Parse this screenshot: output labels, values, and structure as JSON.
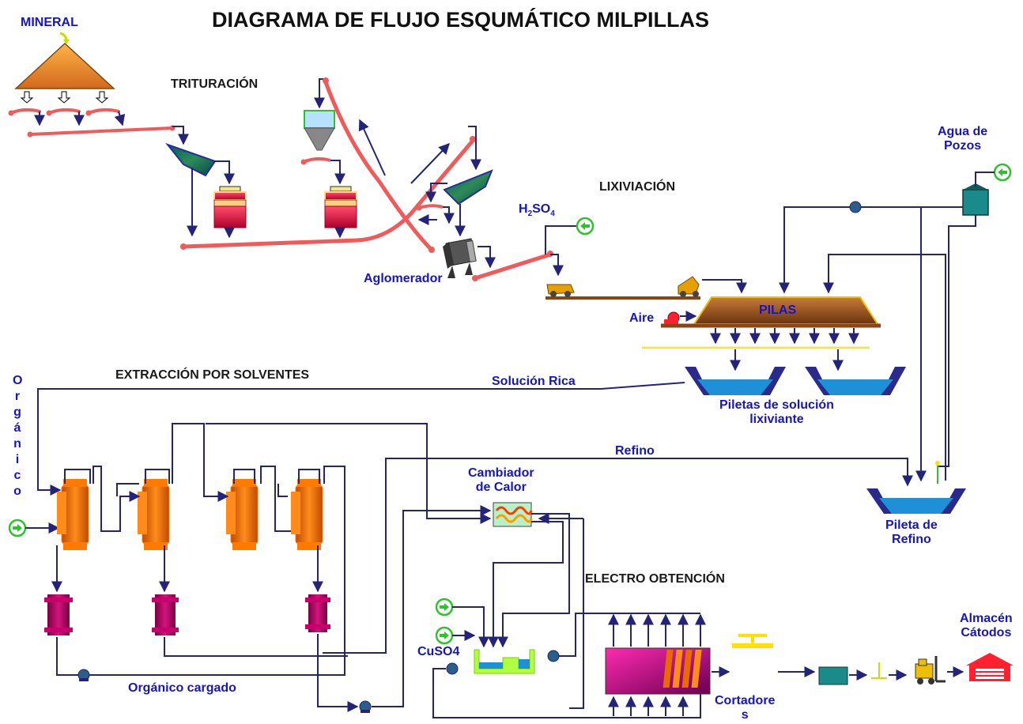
{
  "title": "DIAGRAMA DE FLUJO ESQUMÁTICO MILPILLAS",
  "sections": {
    "trituracion": "TRITURACIÓN",
    "lixiviacion": "LIXIVIACIÓN",
    "extraccion": "EXTRACCIÓN POR SOLVENTES",
    "electro": "ELECTRO OBTENCIÓN"
  },
  "labels": {
    "mineral": "MINERAL",
    "aglomerador": "Aglomerador",
    "h2so4_main": "H",
    "h2so4_sub2": "2",
    "h2so4_so": "SO",
    "h2so4_sub4": "4",
    "pilas": "PILAS",
    "aire": "Aire",
    "agua_line1": "Agua de",
    "agua_line2": "Pozos",
    "solucion_rica": "Solución Rica",
    "piletas_line1": "Piletas de solución",
    "piletas_line2": "lixiviante",
    "refino": "Refino",
    "pileta_refino_line1": "Pileta de",
    "pileta_refino_line2": "Refino",
    "organico_vertical": [
      "O",
      "r",
      "g",
      "á",
      "n",
      "i",
      "c",
      "o"
    ],
    "organico_cargado": "Orgánico cargado",
    "cambiador_line1": "Cambiador",
    "cambiador_line2": "de Calor",
    "cuso4": "CuSO4",
    "cortadores_line1": "Cortadore",
    "cortadores_line2": "s",
    "almacen_line1": "Almacén",
    "almacen_line2": "Cátodos"
  },
  "colors": {
    "conveyor": "#f05a5a",
    "pipe": "#23237a",
    "label_blue": "#1414c8",
    "pile": "#8b4513",
    "settler": "#ff7a00",
    "tank": "#c8006e",
    "pool_water": "#1e90d8",
    "inlet_green": "#2ec32e"
  }
}
